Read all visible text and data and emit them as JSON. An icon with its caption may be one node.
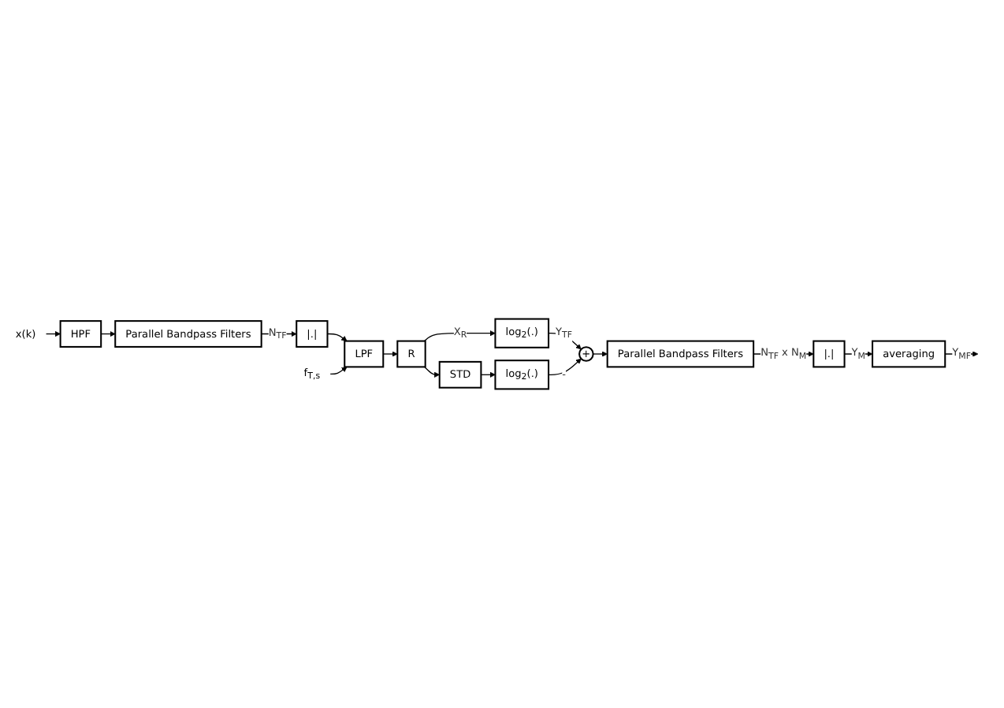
{
  "diagram": {
    "nodes": [
      {
        "text": [
          "x(k)"
        ]
      },
      {
        "text": [
          "HPF"
        ]
      },
      {
        "text": [
          "Parallel Bandpass Filters"
        ]
      },
      {
        "text": [
          "|.|"
        ]
      },
      {
        "text": [
          "f$_{T,s}$"
        ]
      },
      {
        "text": [
          "LPF"
        ]
      },
      {
        "text": [
          "R"
        ]
      },
      {
        "text": [
          "log$_{2}$(.)"
        ]
      },
      {
        "text": [
          "+"
        ]
      },
      {
        "text": [
          "STD"
        ]
      },
      {
        "text": [
          "log$_{2}$(.)"
        ]
      },
      {
        "text": [
          "Parallel Bandpass Filters"
        ]
      },
      {
        "text": [
          "|.|"
        ]
      },
      {
        "text": [
          "averaging"
        ]
      }
    ],
    "edges": [
      {
        "from": 0,
        "to": 1,
        "arrow": "to"
      },
      {
        "from": 1,
        "to": 2,
        "arrow": "to"
      },
      {
        "from": 2,
        "to": 3,
        "arrow": "to",
        "label": "N$_{TF}$"
      },
      {
        "from": 3,
        "to": 5,
        "arrow": "to"
      },
      {
        "from": 4,
        "to": 5,
        "arrow": "to"
      },
      {
        "from": 5,
        "to": 6,
        "arrow": "to"
      },
      {
        "from": 6,
        "to": 7,
        "arrow": "to",
        "label": "X$_{R}$"
      },
      {
        "from": 6,
        "to": 9,
        "arrow": "to"
      },
      {
        "from": 7,
        "to": 8,
        "arrow": "to",
        "label": "Y$_{TF}$"
      },
      {
        "from": 9,
        "to": 10,
        "arrow": "to"
      },
      {
        "from": 10,
        "to": 8,
        "arrow": "to",
        "label": "-"
      },
      {
        "from": 8,
        "to": 11,
        "arrow": "to"
      },
      {
        "from": 11,
        "to": 12,
        "arrow": "to",
        "label": "N$_{TF}$ x N$_{M}$"
      },
      {
        "from": 12,
        "to": 13,
        "arrow": "to",
        "label": "Y$_{M}$"
      },
      {
        "from": 13,
        "to": null,
        "arrow": "to",
        "label": "Y$_{MF}$"
      }
    ]
  }
}
